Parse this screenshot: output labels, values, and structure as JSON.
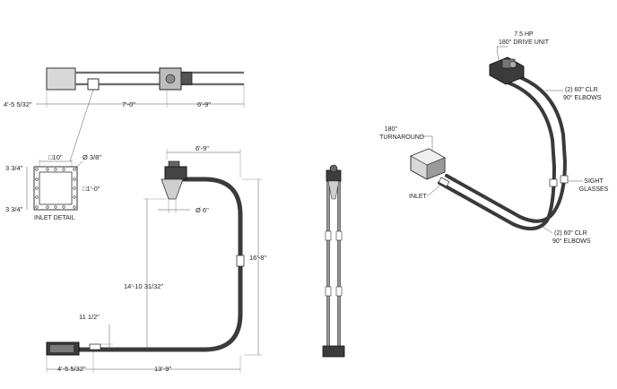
{
  "top_view": {
    "dims": {
      "overall_left": "4'-5 5/32\"",
      "mid": "7'-0\"",
      "right": "6'-9\""
    }
  },
  "inlet_detail": {
    "title": "INLET DETAIL",
    "dims": {
      "square_top": "□10\"",
      "dia": "Ø 3/8\"",
      "square_side": "□1'-0\"",
      "left_upper": "3 3/4\"",
      "left_lower": "3 3/4\""
    }
  },
  "elevation_view": {
    "dims": {
      "top_width": "6'-9\"",
      "dia": "Ø 6\"",
      "total_height": "16'-8\"",
      "inner_height": "14'-10 31/32\"",
      "inlet_height": "11 1/2\"",
      "bottom_left": "4'-5 5/32\"",
      "bottom_right": "13'-9\""
    }
  },
  "iso_view": {
    "labels": {
      "drive_hp": "7.5 HP",
      "drive_unit": "180° DRIVE UNIT",
      "elbows_top_1": "(2) 60\" CLR",
      "elbows_top_2": "90° ELBOWS",
      "turnaround_1": "180°",
      "turnaround_2": "TURNAROUND",
      "sight_1": "SIGHT",
      "sight_2": "GLASSES",
      "inlet": "INLET",
      "elbows_bot_1": "(2) 60\" CLR",
      "elbows_bot_2": "90° ELBOWS"
    }
  }
}
